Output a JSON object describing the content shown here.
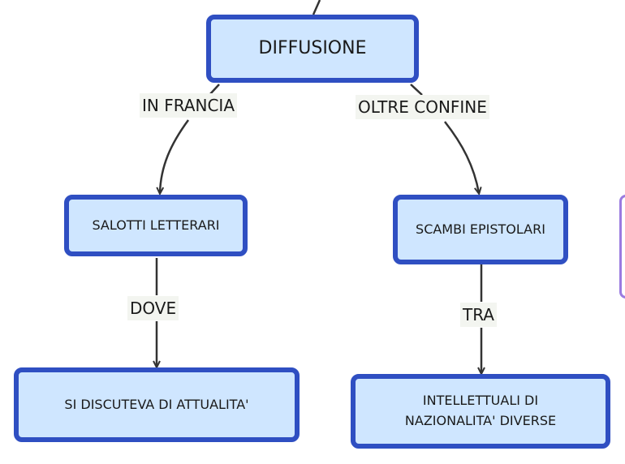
{
  "diagram": {
    "nodes": {
      "diffusione": "DIFFUSIONE",
      "salotti": "SALOTTI LETTERARI",
      "scambi": "SCAMBI EPISTOLARI",
      "attualita": "SI DISCUTEVA DI ATTUALITA'",
      "intellettuali_line1": "INTELLETTUALI DI",
      "intellettuali_line2": "NAZIONALITA' DIVERSE"
    },
    "links": {
      "in_francia": "IN FRANCIA",
      "oltre_confine": "OLTRE CONFINE",
      "dove": "DOVE",
      "tra": "TRA"
    }
  },
  "colors": {
    "node_fill": "#cfe6ff",
    "node_border": "#2f4fc2",
    "edge": "#333333",
    "label_bg": "#f3f5f0",
    "side_tab": "#9a7be0"
  }
}
